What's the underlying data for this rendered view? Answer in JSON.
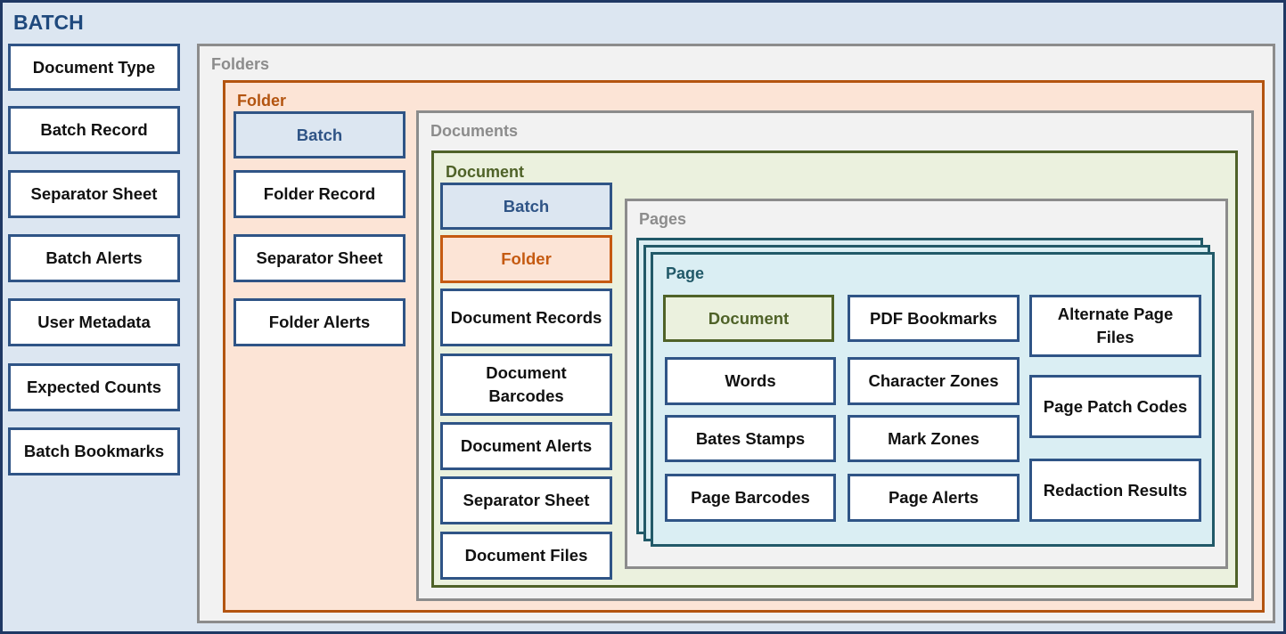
{
  "batch": {
    "title": "BATCH",
    "items": [
      "Document Type",
      "Batch Record",
      "Separator Sheet",
      "Batch Alerts",
      "User Metadata",
      "Expected Counts",
      "Batch Bookmarks"
    ]
  },
  "folders": {
    "title": "Folders",
    "folder": {
      "title": "Folder",
      "items": [
        "Batch",
        "Folder Record",
        "Separator Sheet",
        "Folder Alerts"
      ]
    }
  },
  "documents": {
    "title": "Documents",
    "document": {
      "title": "Document",
      "items": [
        "Batch",
        "Folder",
        "Document Records",
        "Document Barcodes",
        "Document Alerts",
        "Separator Sheet",
        "Document Files"
      ]
    }
  },
  "pages": {
    "title": "Pages",
    "page": {
      "title": "Page",
      "items": [
        "Document",
        "PDF Bookmarks",
        "Alternate Page Files",
        "Words",
        "Character Zones",
        "Page Patch Codes",
        "Bates Stamps",
        "Mark Zones",
        "Redaction Results",
        "Page Barcodes",
        "Page Alerts"
      ]
    }
  },
  "colors": {
    "batch_border": "#1f3864",
    "batch_fill": "#dce6f1",
    "folder_border": "#b35410",
    "folder_fill": "#fce4d6",
    "document_border": "#4f6228",
    "document_fill": "#ebf1de",
    "page_border": "#215968",
    "page_fill": "#daeef3",
    "group_border": "#8c8c8c",
    "group_fill": "#f2f2f2",
    "item_border": "#2f5486"
  }
}
